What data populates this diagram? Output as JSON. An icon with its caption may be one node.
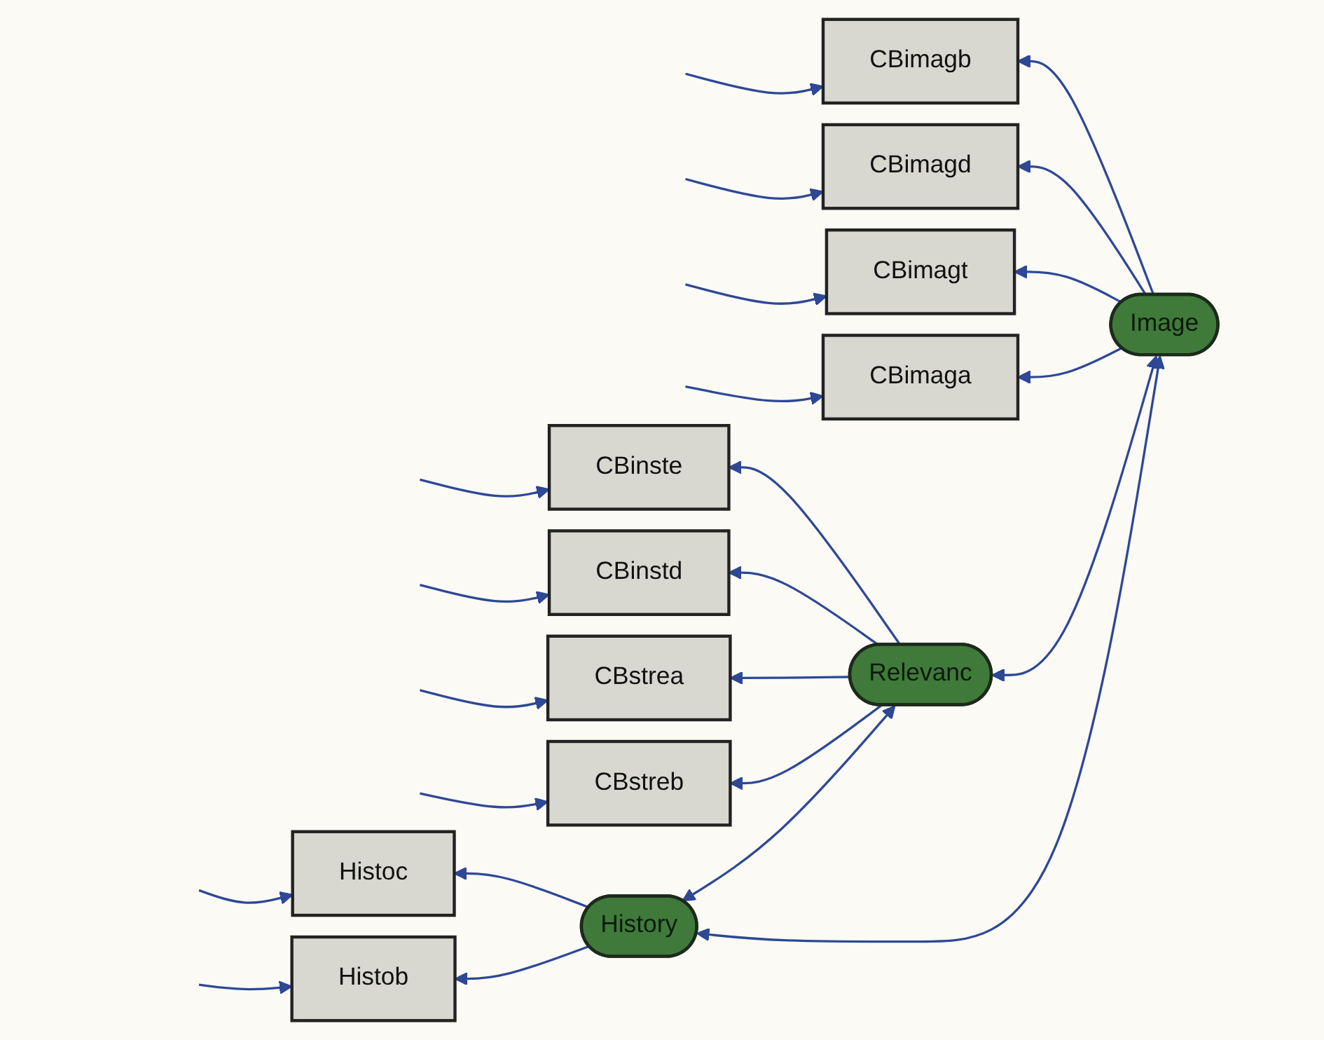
{
  "diagram": {
    "nodes": [
      {
        "text": [
          "CBimagb"
        ]
      },
      {
        "text": [
          "CBimagd"
        ]
      },
      {
        "text": [
          "CBimagt"
        ]
      },
      {
        "text": [
          "CBimaga"
        ]
      },
      {
        "text": [
          "CBinste"
        ]
      },
      {
        "text": [
          "CBinstd"
        ]
      },
      {
        "text": [
          "CBstrea"
        ]
      },
      {
        "text": [
          "CBstreb"
        ]
      },
      {
        "text": [
          "Histoc"
        ]
      },
      {
        "text": [
          "Histob"
        ]
      },
      {
        "text": [
          "Image"
        ]
      },
      {
        "text": [
          "Relevanc"
        ]
      },
      {
        "text": [
          "History"
        ]
      }
    ],
    "edges": [
      {
        "from": null,
        "to": 0,
        "arrow": "to"
      },
      {
        "from": null,
        "to": 1,
        "arrow": "to"
      },
      {
        "from": null,
        "to": 2,
        "arrow": "to"
      },
      {
        "from": null,
        "to": 3,
        "arrow": "to"
      },
      {
        "from": null,
        "to": 4,
        "arrow": "to"
      },
      {
        "from": null,
        "to": 5,
        "arrow": "to"
      },
      {
        "from": null,
        "to": 6,
        "arrow": "to"
      },
      {
        "from": null,
        "to": 7,
        "arrow": "to"
      },
      {
        "from": null,
        "to": 8,
        "arrow": "to"
      },
      {
        "from": null,
        "to": 9,
        "arrow": "to"
      },
      {
        "from": 10,
        "to": 0,
        "arrow": "to"
      },
      {
        "from": 10,
        "to": 1,
        "arrow": "to"
      },
      {
        "from": 10,
        "to": 2,
        "arrow": "to"
      },
      {
        "from": 10,
        "to": 3,
        "arrow": "to"
      },
      {
        "from": 11,
        "to": 4,
        "arrow": "to"
      },
      {
        "from": 11,
        "to": 5,
        "arrow": "to"
      },
      {
        "from": 11,
        "to": 6,
        "arrow": "to"
      },
      {
        "from": 11,
        "to": 7,
        "arrow": "to"
      },
      {
        "from": 12,
        "to": 8,
        "arrow": "to"
      },
      {
        "from": 12,
        "to": 9,
        "arrow": "to"
      },
      {
        "from": 10,
        "to": 11,
        "arrow": "both"
      },
      {
        "from": 11,
        "to": 12,
        "arrow": "both"
      },
      {
        "from": 10,
        "to": 12,
        "arrow": "both"
      }
    ]
  }
}
